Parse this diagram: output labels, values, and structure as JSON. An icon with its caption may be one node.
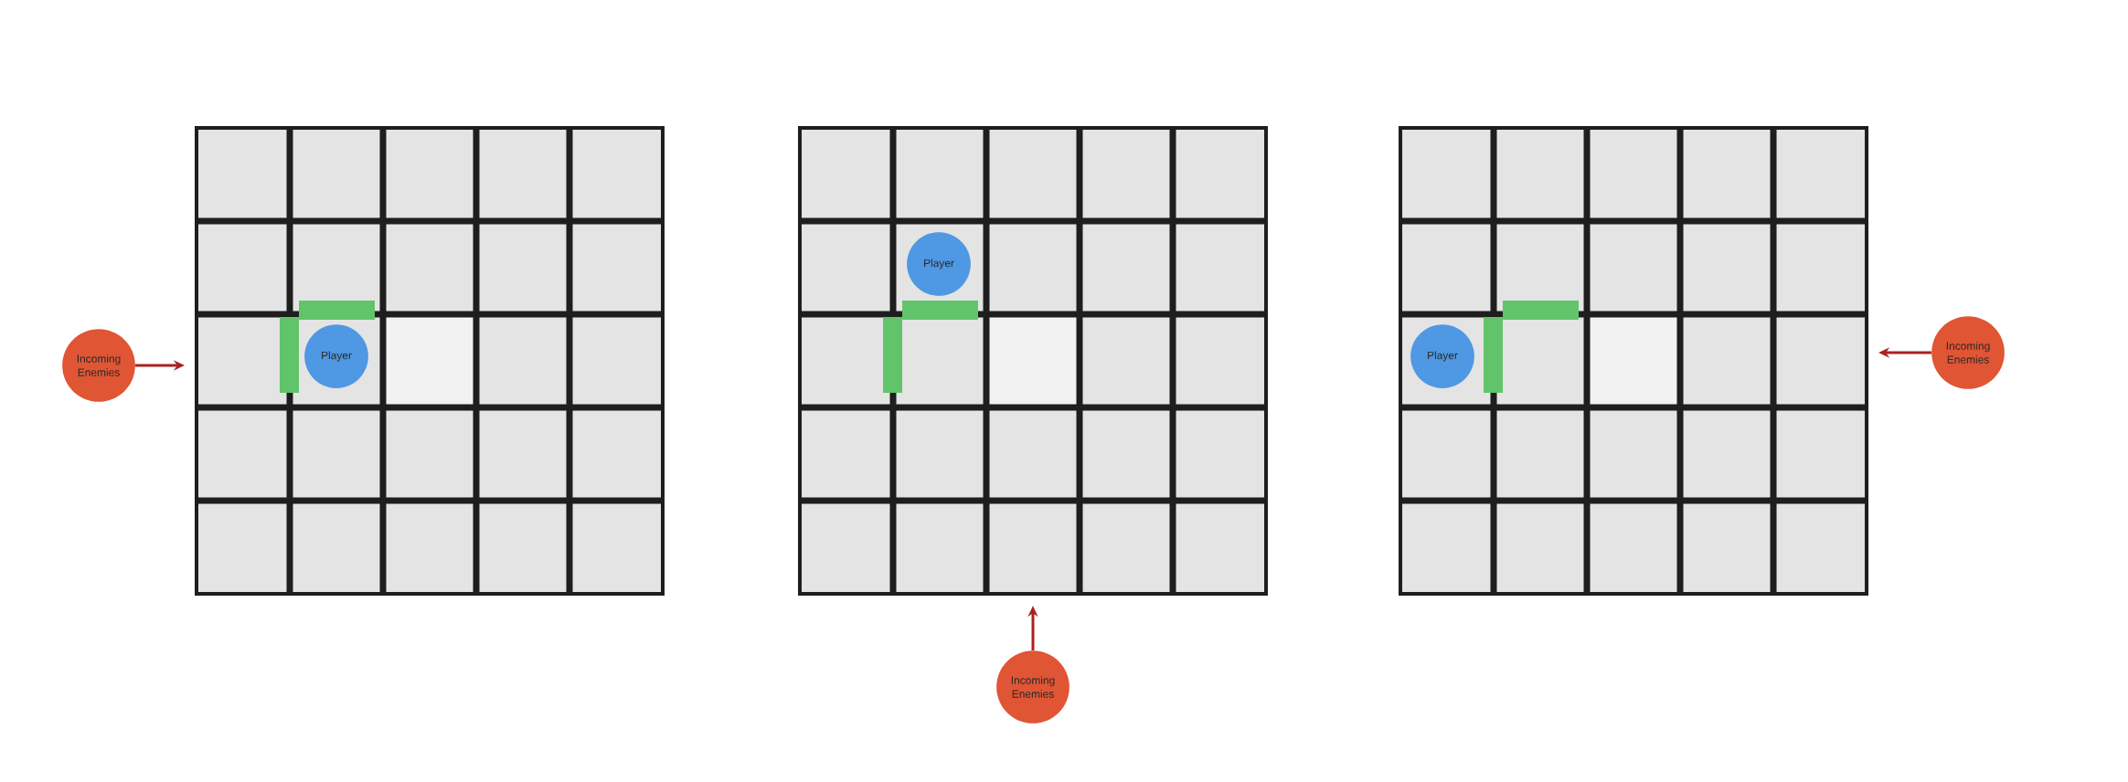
{
  "diagram": {
    "nodes": [
      {
        "text": [
          "Incoming Enemies"
        ]
      },
      {
        "text": [],
        "shape": "box"
      },
      {
        "text": [
          "Player"
        ],
        "in": 1
      },
      {
        "text": [],
        "shape": "box"
      },
      {
        "text": [
          "Player"
        ],
        "in": 3
      },
      {
        "text": [
          "Incoming Enemies"
        ]
      },
      {
        "text": [],
        "shape": "box"
      },
      {
        "text": [
          "Player"
        ],
        "in": 6
      },
      {
        "text": [
          "Incoming Enemies"
        ]
      }
    ],
    "edges": [
      {
        "from": 0,
        "to": 1,
        "arrow": "to"
      },
      {
        "from": 5,
        "to": 3,
        "arrow": "to"
      },
      {
        "from": 8,
        "to": 6,
        "arrow": "to"
      }
    ]
  }
}
